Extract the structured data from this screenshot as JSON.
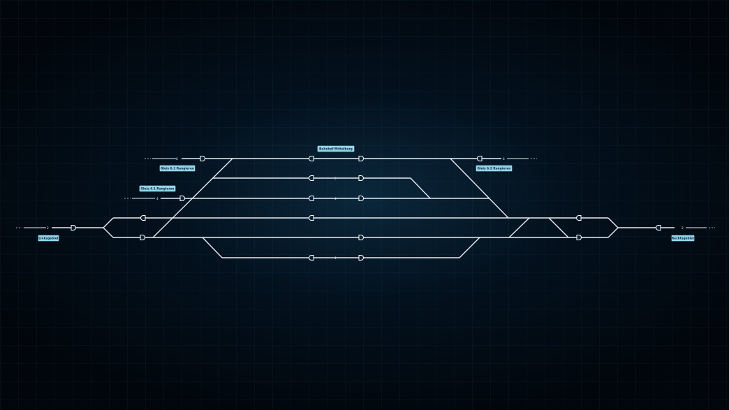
{
  "labels": {
    "bahnhof": "Bahnhof Mittelberg",
    "gleis61": "Gleis 6.1 Rangieren",
    "gleis62": "Gleis 6.2 Rangieren",
    "gleis41": "Gleis 4.1 Rangieren",
    "links": "Linksgebiet",
    "rechts": "Rechtsgebiet"
  },
  "track_numbers": {
    "t6_left": "6",
    "t6_right": "6",
    "t5": "5",
    "t4_left": "4",
    "t4_mid": "4",
    "t2_left": "2",
    "t2_right": "2",
    "t1": "1"
  },
  "colors": {
    "track": "#e8eef2",
    "tag": "#8fd3ea",
    "background": "#010a14"
  }
}
